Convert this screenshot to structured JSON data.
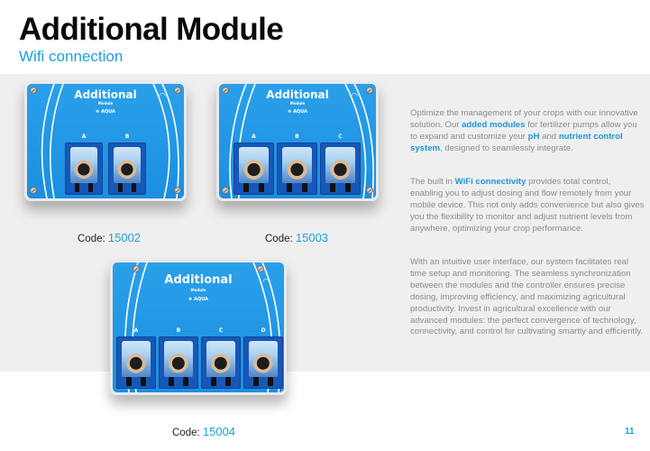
{
  "header": {
    "title": "Additional Module",
    "subtitle": "Wifi connection"
  },
  "colors": {
    "accent": "#1ea0dc",
    "band": "#efefef",
    "panel_blue": "#1b8fe0",
    "body_text": "#8c8c8c"
  },
  "products": [
    {
      "device_title": "Additional",
      "device_subtitle": "Module",
      "device_brand": "AQUA",
      "channels": [
        "A",
        "B"
      ],
      "code_label": "Code:",
      "code": "15002"
    },
    {
      "device_title": "Additional",
      "device_subtitle": "Module",
      "device_brand": "AQUA",
      "channels": [
        "A",
        "B",
        "C"
      ],
      "code_label": "Code:",
      "code": "15003"
    },
    {
      "device_title": "Additional",
      "device_subtitle": "Module",
      "device_brand": "AQUA",
      "channels": [
        "A",
        "B",
        "C",
        "D"
      ],
      "code_label": "Code:",
      "code": "15004"
    }
  ],
  "description": {
    "p1": {
      "t1": "Optimize the management of your crops with our innovative solution. Our ",
      "h1": "added modules",
      "t2": " for fertilizer pumps allow you to expand and customize your ",
      "h2": "pH",
      "t3": " and ",
      "h3": "nutrient control system",
      "t4": ", designed to seamlessly integrate."
    },
    "p2": {
      "t1": "The built in ",
      "h1": "WiFi connectivity",
      "t2": " provides total control, enabling you to adjust dosing and flow remotely from your mobile device. This not only adds convenience but also gives you the flexibility to monitor and adjust nutrient levels from anywhere, optimizing your crop performance."
    },
    "p3": {
      "t1": "With an intuitive user interface, our system facilitates real time setup and monitoring. The seamless synchronization between the modules and the controller ensures precise dosing, improving efficiency, and maximizing agricultural productivity. Invest in agricultural excellence with our advanced modules: the perfect convergence of technology, connectivity, and control for cultivating smartly and efficiently."
    }
  },
  "icons": {
    "wifi": "wifi-icon",
    "brand": "aqua-drop-icon"
  },
  "footer": {
    "page_number": "11"
  }
}
